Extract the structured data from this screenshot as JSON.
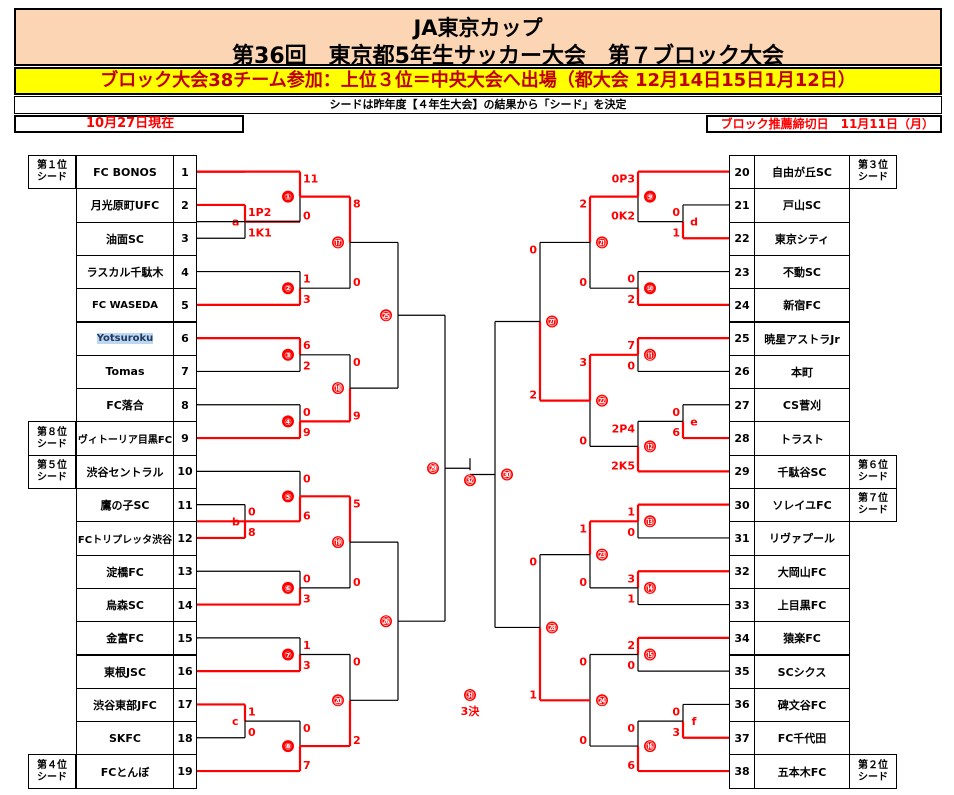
{
  "header": {
    "line1": "JA東京カップ",
    "line2": "第36回　東京都5年生サッカー大会　第７ブロック大会",
    "banner": "ブロック大会38チーム参加：上位３位＝中央大会へ出場（都大会 12月14日15日1月12日）",
    "seed_note": "シードは昨年度【４年生大会】の結果から「シード」を決定",
    "as_of": "10月27日現在",
    "deadline": "ブロック推薦締切日　11月11日（月）"
  },
  "left_teams": [
    {
      "no": "1",
      "name": "FC BONOS"
    },
    {
      "no": "2",
      "name": "月光原町UFC"
    },
    {
      "no": "3",
      "name": "油面SC"
    },
    {
      "no": "4",
      "name": "ラスカル千駄木"
    },
    {
      "no": "5",
      "name": "FC WASEDA"
    },
    {
      "no": "6",
      "name": "Yotsuroku"
    },
    {
      "no": "7",
      "name": "Tomas"
    },
    {
      "no": "8",
      "name": "FC落合"
    },
    {
      "no": "9",
      "name": "ヴィトーリア目黒FC"
    },
    {
      "no": "10",
      "name": "渋谷セントラル"
    },
    {
      "no": "11",
      "name": "鷹の子SC"
    },
    {
      "no": "12",
      "name": "FCトリプレッタ渋谷"
    },
    {
      "no": "13",
      "name": "淀橋FC"
    },
    {
      "no": "14",
      "name": "烏森SC"
    },
    {
      "no": "15",
      "name": "金富FC"
    },
    {
      "no": "16",
      "name": "東根JSC"
    },
    {
      "no": "17",
      "name": "渋谷東部JFC"
    },
    {
      "no": "18",
      "name": "SKFC"
    },
    {
      "no": "19",
      "name": "FCとんぼ"
    }
  ],
  "right_teams": [
    {
      "no": "20",
      "name": "自由が丘SC"
    },
    {
      "no": "21",
      "name": "戸山SC"
    },
    {
      "no": "22",
      "name": "東京シティ"
    },
    {
      "no": "23",
      "name": "不動SC"
    },
    {
      "no": "24",
      "name": "新宿FC"
    },
    {
      "no": "25",
      "name": "暁星アストラJr"
    },
    {
      "no": "26",
      "name": "本町"
    },
    {
      "no": "27",
      "name": "CS菅刈"
    },
    {
      "no": "28",
      "name": "トラスト"
    },
    {
      "no": "29",
      "name": "千駄谷SC"
    },
    {
      "no": "30",
      "name": "ソレイユFC"
    },
    {
      "no": "31",
      "name": "リヴァプール"
    },
    {
      "no": "32",
      "name": "大岡山FC"
    },
    {
      "no": "33",
      "name": "上目黒FC"
    },
    {
      "no": "34",
      "name": "猿楽FC"
    },
    {
      "no": "35",
      "name": "SCシクス"
    },
    {
      "no": "36",
      "name": "碑文谷FC"
    },
    {
      "no": "37",
      "name": "FC千代田"
    },
    {
      "no": "38",
      "name": "五本木FC"
    }
  ],
  "seeds_left": [
    {
      "row": 0,
      "label1": "第１位",
      "label2": "シード"
    },
    {
      "row": 8,
      "label1": "第８位",
      "label2": "シード"
    },
    {
      "row": 9,
      "label1": "第５位",
      "label2": "シード"
    },
    {
      "row": 18,
      "label1": "第４位",
      "label2": "シード"
    }
  ],
  "seeds_right": [
    {
      "row": 0,
      "label1": "第３位",
      "label2": "シード"
    },
    {
      "row": 9,
      "label1": "第６位",
      "label2": "シード"
    },
    {
      "row": 10,
      "label1": "第７位",
      "label2": "シード"
    },
    {
      "row": 18,
      "label1": "第２位",
      "label2": "シード"
    }
  ],
  "labels": {
    "final3": "3決",
    "a": "a",
    "b": "b",
    "c": "c",
    "d": "d",
    "e": "e",
    "f": "f"
  },
  "scores": {
    "m1_top": "11",
    "m1_bot": "0",
    "a_top": "1P2",
    "a_bot": "1K1",
    "m2_top": "1",
    "m2_bot": "3",
    "m3_top": "6",
    "m3_bot": "2",
    "m4_top": "0",
    "m4_bot": "9",
    "m17_top": "8",
    "m17_bot": "0",
    "m18_top": "0",
    "m18_bot": "9",
    "m5_top": "0",
    "m5_bot": "6",
    "b_top": "0",
    "b_bot": "8",
    "m6_top": "0",
    "m6_bot": "3",
    "m19_top": "5",
    "m19_bot": "0",
    "m7_top": "1",
    "m7_bot": "3",
    "c_top": "1",
    "c_bot": "0",
    "m8_top": "0",
    "m8_bot": "7",
    "m20_top": "0",
    "m20_bot": "2",
    "m9_top": "0P3",
    "m9_bot": "0K2",
    "d_top": "0",
    "d_bot": "1",
    "m21_top": "2",
    "m21_bot": "0",
    "m10_top": "0",
    "m10_bot": "2",
    "m27_top": "0",
    "m27_bot": "2",
    "m11_top": "7",
    "m11_bot": "0",
    "e_top": "0",
    "e_bot": "6",
    "m12_top": "2P4",
    "m12_bot": "2K5",
    "m22_top": "3",
    "m22_bot": "0",
    "m13_top": "1",
    "m13_bot": "0",
    "m14_top": "3",
    "m14_bot": "1",
    "m23_top": "1",
    "m23_bot": "0",
    "m28_top": "0",
    "m28_bot": "1",
    "m15_top": "2",
    "m15_bot": "0",
    "f_top": "0",
    "f_bot": "3",
    "m16_top": "0",
    "m16_bot": "6",
    "m24_top": "0",
    "m24_bot": "0"
  },
  "match_numbers": [
    "①",
    "②",
    "③",
    "④",
    "⑤",
    "⑥",
    "⑦",
    "⑧",
    "⑨",
    "⑩",
    "⑪",
    "⑫",
    "⑬",
    "⑭",
    "⑮",
    "⑯",
    "⑰",
    "⑱",
    "⑲",
    "⑳",
    "㉑",
    "㉒",
    "㉓",
    "㉔",
    "㉕",
    "㉖",
    "㉗",
    "㉘",
    "㉙",
    "㉚",
    "㉛",
    "㉜"
  ],
  "colors": {
    "win": "#ff0000",
    "lose": "#000000",
    "header_bg": "#fcd5b4",
    "banner_bg": "#ffff00",
    "highlight": "#bdd7ee"
  }
}
